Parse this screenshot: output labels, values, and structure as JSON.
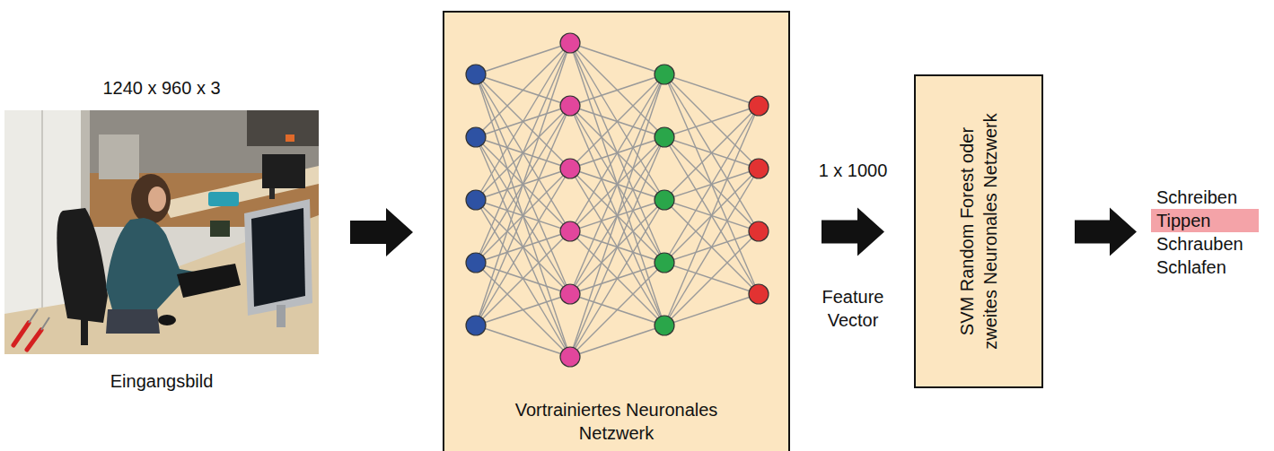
{
  "diagram": {
    "nodes": [
      {
        "text": [
          "1240 x 960 x 3",
          "Eingangsbild"
        ]
      },
      {
        "text": [
          "Vortrainiertes Neuronales Netzwerk"
        ]
      },
      {
        "text": [
          "SVM Random Forest oder zweites Neuronales Netzwerk"
        ]
      },
      {
        "text": [
          "Schreiben",
          "Tippen",
          "Schrauben",
          "Schlafen"
        ]
      }
    ],
    "edges": [
      {
        "from": 0,
        "to": 1,
        "arrow": "to"
      },
      {
        "from": 1,
        "to": 2,
        "arrow": "to",
        "label": "1 x 1000"
      },
      {
        "from": 2,
        "to": 3,
        "arrow": "to"
      }
    ],
    "labels": [
      "Feature Vector"
    ]
  }
}
